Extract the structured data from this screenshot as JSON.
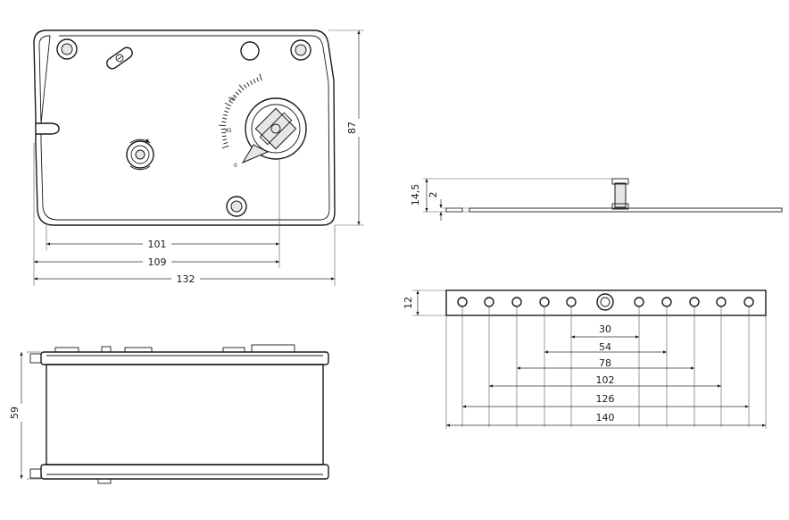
{
  "top_view": {
    "width_dims": [
      "101",
      "109",
      "132"
    ],
    "height_dim": "87",
    "scale_labels": [
      "90",
      "45",
      "0"
    ]
  },
  "front_view": {
    "height_dim": "59"
  },
  "side_view": {
    "height_dim_total": "14,5",
    "height_dim_plate": "2"
  },
  "mount_plate": {
    "height_dim": "12",
    "spacing_dims": [
      "30",
      "54",
      "78",
      "102",
      "126",
      "140"
    ]
  }
}
